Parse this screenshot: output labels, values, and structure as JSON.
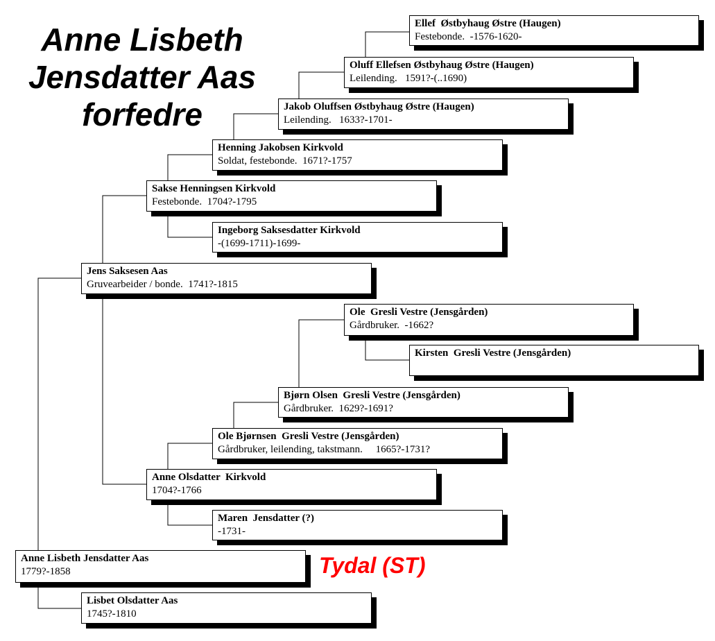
{
  "title": {
    "line1": "Anne Lisbeth",
    "line2": "Jensdatter Aas",
    "line3": "forfedre"
  },
  "place_label": "Tydal (ST)",
  "colors": {
    "place": "#ff0000",
    "box_shadow": "#000000",
    "line": "#000000"
  },
  "persons": {
    "ellef": {
      "name": "Ellef  Østbyhaug Østre (Haugen)",
      "details": "Festebonde.  -1576-1620-"
    },
    "oluff": {
      "name": "Oluff Ellefsen Østbyhaug Østre (Haugen)",
      "details": "Leilending.   1591?-(..1690)"
    },
    "jakob": {
      "name": "Jakob Oluffsen Østbyhaug Østre (Haugen)",
      "details": "Leilending.   1633?-1701-"
    },
    "henning": {
      "name": "Henning Jakobsen Kirkvold",
      "details": "Soldat, festebonde.  1671?-1757"
    },
    "sakse": {
      "name": "Sakse Henningsen Kirkvold",
      "details": "Festebonde.  1704?-1795"
    },
    "ingeborg": {
      "name": "Ingeborg Saksesdatter Kirkvold",
      "details": "-(1699-1711)-1699-"
    },
    "jens": {
      "name": "Jens Saksesen Aas",
      "details": "Gruvearbeider / bonde.  1741?-1815"
    },
    "ole_gresli": {
      "name": "Ole  Gresli Vestre (Jensgården)",
      "details": "Gårdbruker.  -1662?"
    },
    "kirsten": {
      "name": "Kirsten  Gresli Vestre (Jensgården)",
      "details": ""
    },
    "bjorn": {
      "name": "Bjørn Olsen  Gresli Vestre (Jensgården)",
      "details": "Gårdbruker.  1629?-1691?"
    },
    "ole_bjornsen": {
      "name": "Ole Bjørnsen  Gresli Vestre (Jensgården)",
      "details": "Gårdbruker, leilending, takstmann.     1665?-1731?"
    },
    "anne_olsdatter": {
      "name": "Anne Olsdatter  Kirkvold",
      "details": "1704?-1766"
    },
    "maren": {
      "name": "Maren  Jensdatter (?)",
      "details": "-1731-"
    },
    "anne_lisbeth": {
      "name": "Anne Lisbeth Jensdatter Aas",
      "details": "1779?-1858"
    },
    "lisbet": {
      "name": "Lisbet Olsdatter Aas",
      "details": "1745?-1810"
    }
  }
}
